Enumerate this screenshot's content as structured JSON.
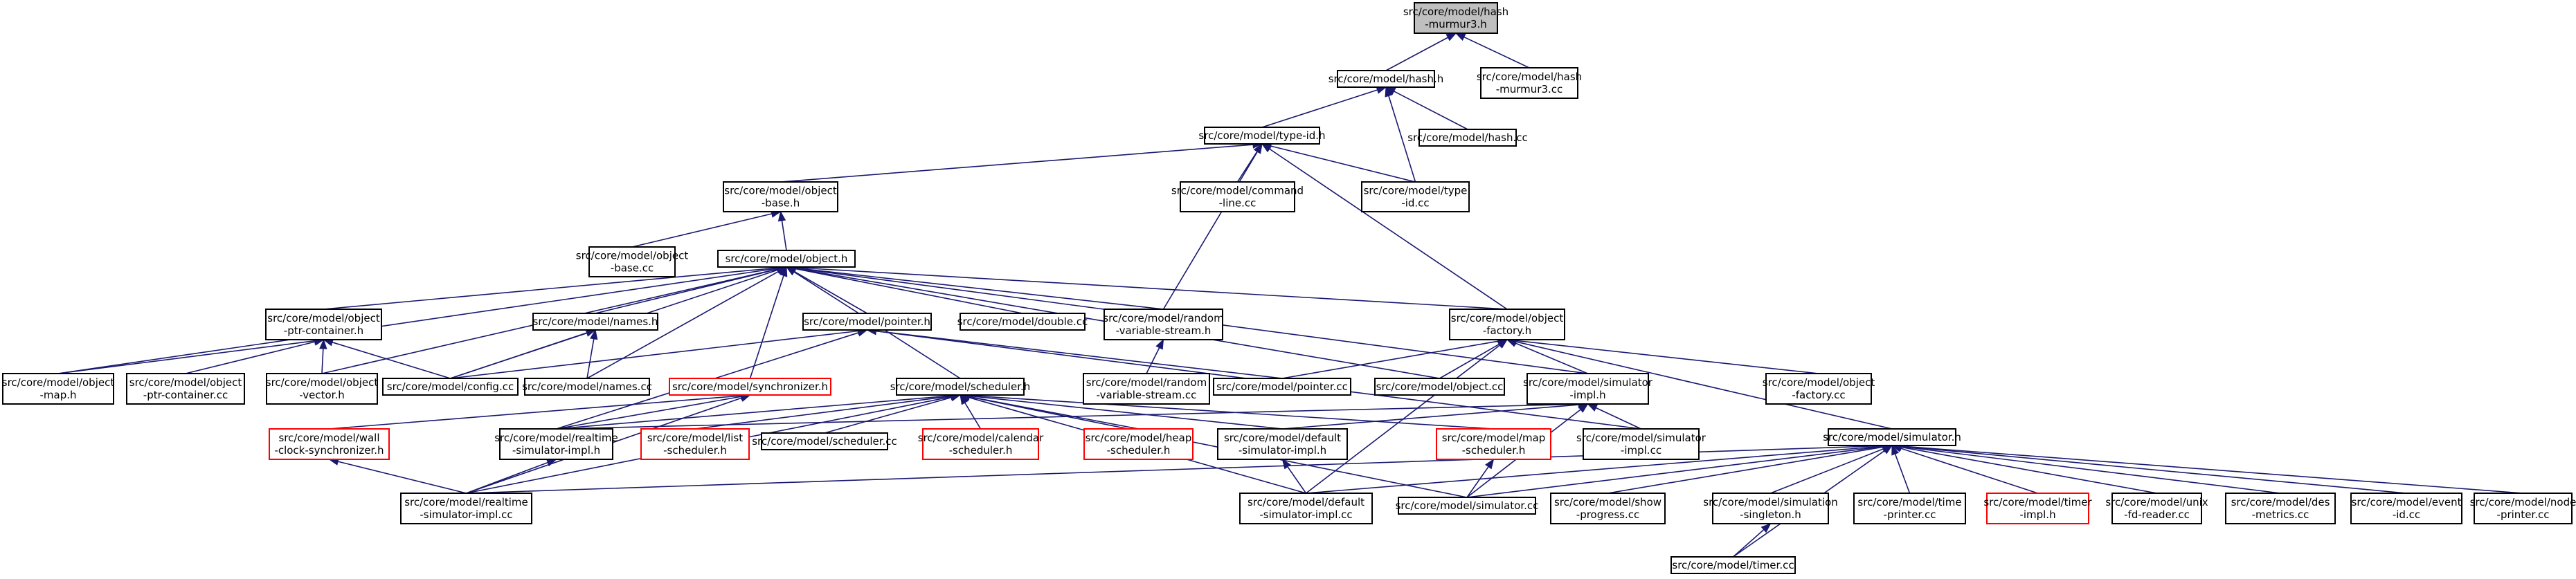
{
  "nodes": [
    {
      "id": "n0",
      "lines": [
        "src/core/model/hash",
        "-murmur3.h"
      ],
      "style": "root"
    },
    {
      "id": "n1",
      "lines": [
        "src/core/model/hash.h"
      ],
      "style": "normal"
    },
    {
      "id": "n2",
      "lines": [
        "src/core/model/hash",
        "-murmur3.cc"
      ],
      "style": "normal"
    },
    {
      "id": "n3",
      "lines": [
        "src/core/model/type-id.h"
      ],
      "style": "normal"
    },
    {
      "id": "n4",
      "lines": [
        "src/core/model/hash.cc"
      ],
      "style": "normal"
    },
    {
      "id": "n5",
      "lines": [
        "src/core/model/object",
        "-base.h"
      ],
      "style": "normal"
    },
    {
      "id": "n6",
      "lines": [
        "src/core/model/command",
        "-line.cc"
      ],
      "style": "normal"
    },
    {
      "id": "n7",
      "lines": [
        "src/core/model/type",
        "-id.cc"
      ],
      "style": "normal"
    },
    {
      "id": "n8",
      "lines": [
        "src/core/model/object",
        "-base.cc"
      ],
      "style": "normal"
    },
    {
      "id": "n9",
      "lines": [
        "src/core/model/object.h"
      ],
      "style": "normal"
    },
    {
      "id": "n10",
      "lines": [
        "src/core/model/object",
        "-ptr-container.h"
      ],
      "style": "normal"
    },
    {
      "id": "n11",
      "lines": [
        "src/core/model/names.h"
      ],
      "style": "normal"
    },
    {
      "id": "n12",
      "lines": [
        "src/core/model/pointer.h"
      ],
      "style": "normal"
    },
    {
      "id": "n13",
      "lines": [
        "src/core/model/double.cc"
      ],
      "style": "normal"
    },
    {
      "id": "n14",
      "lines": [
        "src/core/model/random",
        "-variable-stream.h"
      ],
      "style": "normal"
    },
    {
      "id": "n15",
      "lines": [
        "src/core/model/object",
        "-factory.h"
      ],
      "style": "normal"
    },
    {
      "id": "n16",
      "lines": [
        "src/core/model/object",
        "-map.h"
      ],
      "style": "normal"
    },
    {
      "id": "n17",
      "lines": [
        "src/core/model/object",
        "-ptr-container.cc"
      ],
      "style": "normal"
    },
    {
      "id": "n18",
      "lines": [
        "src/core/model/object",
        "-vector.h"
      ],
      "style": "normal"
    },
    {
      "id": "n19",
      "lines": [
        "src/core/model/config.cc"
      ],
      "style": "normal"
    },
    {
      "id": "n20",
      "lines": [
        "src/core/model/names.cc"
      ],
      "style": "normal"
    },
    {
      "id": "n21",
      "lines": [
        "src/core/model/synchronizer.h"
      ],
      "style": "red"
    },
    {
      "id": "n22",
      "lines": [
        "src/core/model/scheduler.h"
      ],
      "style": "normal"
    },
    {
      "id": "n23",
      "lines": [
        "src/core/model/random",
        "-variable-stream.cc"
      ],
      "style": "normal"
    },
    {
      "id": "n24",
      "lines": [
        "src/core/model/pointer.cc"
      ],
      "style": "normal"
    },
    {
      "id": "n25",
      "lines": [
        "src/core/model/object.cc"
      ],
      "style": "normal"
    },
    {
      "id": "n26",
      "lines": [
        "src/core/model/simulator",
        "-impl.h"
      ],
      "style": "normal"
    },
    {
      "id": "n27",
      "lines": [
        "src/core/model/object",
        "-factory.cc"
      ],
      "style": "normal"
    },
    {
      "id": "n28",
      "lines": [
        "src/core/model/wall",
        "-clock-synchronizer.h"
      ],
      "style": "red"
    },
    {
      "id": "n29",
      "lines": [
        "src/core/model/realtime",
        "-simulator-impl.h"
      ],
      "style": "normal"
    },
    {
      "id": "n30",
      "lines": [
        "src/core/model/list",
        "-scheduler.h"
      ],
      "style": "red"
    },
    {
      "id": "n31",
      "lines": [
        "src/core/model/scheduler.cc"
      ],
      "style": "normal"
    },
    {
      "id": "n32",
      "lines": [
        "src/core/model/calendar",
        "-scheduler.h"
      ],
      "style": "red"
    },
    {
      "id": "n33",
      "lines": [
        "src/core/model/heap",
        "-scheduler.h"
      ],
      "style": "red"
    },
    {
      "id": "n34",
      "lines": [
        "src/core/model/default",
        "-simulator-impl.h"
      ],
      "style": "normal"
    },
    {
      "id": "n35",
      "lines": [
        "src/core/model/map",
        "-scheduler.h"
      ],
      "style": "red"
    },
    {
      "id": "n36",
      "lines": [
        "src/core/model/simulator",
        "-impl.cc"
      ],
      "style": "normal"
    },
    {
      "id": "n37",
      "lines": [
        "src/core/model/simulator.h"
      ],
      "style": "normal"
    },
    {
      "id": "n38",
      "lines": [
        "src/core/model/realtime",
        "-simulator-impl.cc"
      ],
      "style": "normal"
    },
    {
      "id": "n39",
      "lines": [
        "src/core/model/default",
        "-simulator-impl.cc"
      ],
      "style": "normal"
    },
    {
      "id": "n40",
      "lines": [
        "src/core/model/simulator.cc"
      ],
      "style": "normal"
    },
    {
      "id": "n41",
      "lines": [
        "src/core/model/show",
        "-progress.cc"
      ],
      "style": "normal"
    },
    {
      "id": "n42",
      "lines": [
        "src/core/model/simulation",
        "-singleton.h"
      ],
      "style": "normal"
    },
    {
      "id": "n43",
      "lines": [
        "src/core/model/time",
        "-printer.cc"
      ],
      "style": "normal"
    },
    {
      "id": "n44",
      "lines": [
        "src/core/model/timer",
        "-impl.h"
      ],
      "style": "red"
    },
    {
      "id": "n45",
      "lines": [
        "src/core/model/unix",
        "-fd-reader.cc"
      ],
      "style": "normal"
    },
    {
      "id": "n46",
      "lines": [
        "src/core/model/des",
        "-metrics.cc"
      ],
      "style": "normal"
    },
    {
      "id": "n47",
      "lines": [
        "src/core/model/event",
        "-id.cc"
      ],
      "style": "normal"
    },
    {
      "id": "n48",
      "lines": [
        "src/core/model/node",
        "-printer.cc"
      ],
      "style": "normal"
    },
    {
      "id": "n49",
      "lines": [
        "src/core/model/timer.cc"
      ],
      "style": "normal"
    }
  ],
  "edges": [
    [
      "n1",
      "n0"
    ],
    [
      "n2",
      "n0"
    ],
    [
      "n3",
      "n1"
    ],
    [
      "n4",
      "n1"
    ],
    [
      "n7",
      "n1"
    ],
    [
      "n5",
      "n3"
    ],
    [
      "n6",
      "n3"
    ],
    [
      "n7",
      "n3"
    ],
    [
      "n14",
      "n3"
    ],
    [
      "n15",
      "n3"
    ],
    [
      "n8",
      "n5"
    ],
    [
      "n9",
      "n5"
    ],
    [
      "n10",
      "n9"
    ],
    [
      "n11",
      "n9"
    ],
    [
      "n12",
      "n9"
    ],
    [
      "n13",
      "n9"
    ],
    [
      "n14",
      "n9"
    ],
    [
      "n15",
      "n9"
    ],
    [
      "n16",
      "n9"
    ],
    [
      "n18",
      "n9"
    ],
    [
      "n19",
      "n9"
    ],
    [
      "n20",
      "n9"
    ],
    [
      "n21",
      "n9"
    ],
    [
      "n22",
      "n9"
    ],
    [
      "n25",
      "n9"
    ],
    [
      "n26",
      "n9"
    ],
    [
      "n16",
      "n10"
    ],
    [
      "n17",
      "n10"
    ],
    [
      "n18",
      "n10"
    ],
    [
      "n19",
      "n10"
    ],
    [
      "n19",
      "n11"
    ],
    [
      "n20",
      "n11"
    ],
    [
      "n19",
      "n12"
    ],
    [
      "n24",
      "n12"
    ],
    [
      "n29",
      "n12"
    ],
    [
      "n36",
      "n12"
    ],
    [
      "n23",
      "n14"
    ],
    [
      "n24",
      "n15"
    ],
    [
      "n25",
      "n15"
    ],
    [
      "n26",
      "n15"
    ],
    [
      "n27",
      "n15"
    ],
    [
      "n37",
      "n15"
    ],
    [
      "n39",
      "n15"
    ],
    [
      "n28",
      "n21"
    ],
    [
      "n38",
      "n21"
    ],
    [
      "n29",
      "n21"
    ],
    [
      "n29",
      "n22"
    ],
    [
      "n30",
      "n22"
    ],
    [
      "n31",
      "n22"
    ],
    [
      "n32",
      "n22"
    ],
    [
      "n33",
      "n22"
    ],
    [
      "n34",
      "n22"
    ],
    [
      "n35",
      "n22"
    ],
    [
      "n38",
      "n22"
    ],
    [
      "n39",
      "n22"
    ],
    [
      "n40",
      "n22"
    ],
    [
      "n29",
      "n26"
    ],
    [
      "n34",
      "n26"
    ],
    [
      "n36",
      "n26"
    ],
    [
      "n40",
      "n26"
    ],
    [
      "n38",
      "n28"
    ],
    [
      "n38",
      "n29"
    ],
    [
      "n39",
      "n34"
    ],
    [
      "n40",
      "n35"
    ],
    [
      "n38",
      "n37"
    ],
    [
      "n39",
      "n37"
    ],
    [
      "n40",
      "n37"
    ],
    [
      "n41",
      "n37"
    ],
    [
      "n42",
      "n37"
    ],
    [
      "n43",
      "n37"
    ],
    [
      "n44",
      "n37"
    ],
    [
      "n45",
      "n37"
    ],
    [
      "n46",
      "n37"
    ],
    [
      "n47",
      "n37"
    ],
    [
      "n48",
      "n37"
    ],
    [
      "n49",
      "n37"
    ],
    [
      "n49",
      "n42"
    ]
  ]
}
